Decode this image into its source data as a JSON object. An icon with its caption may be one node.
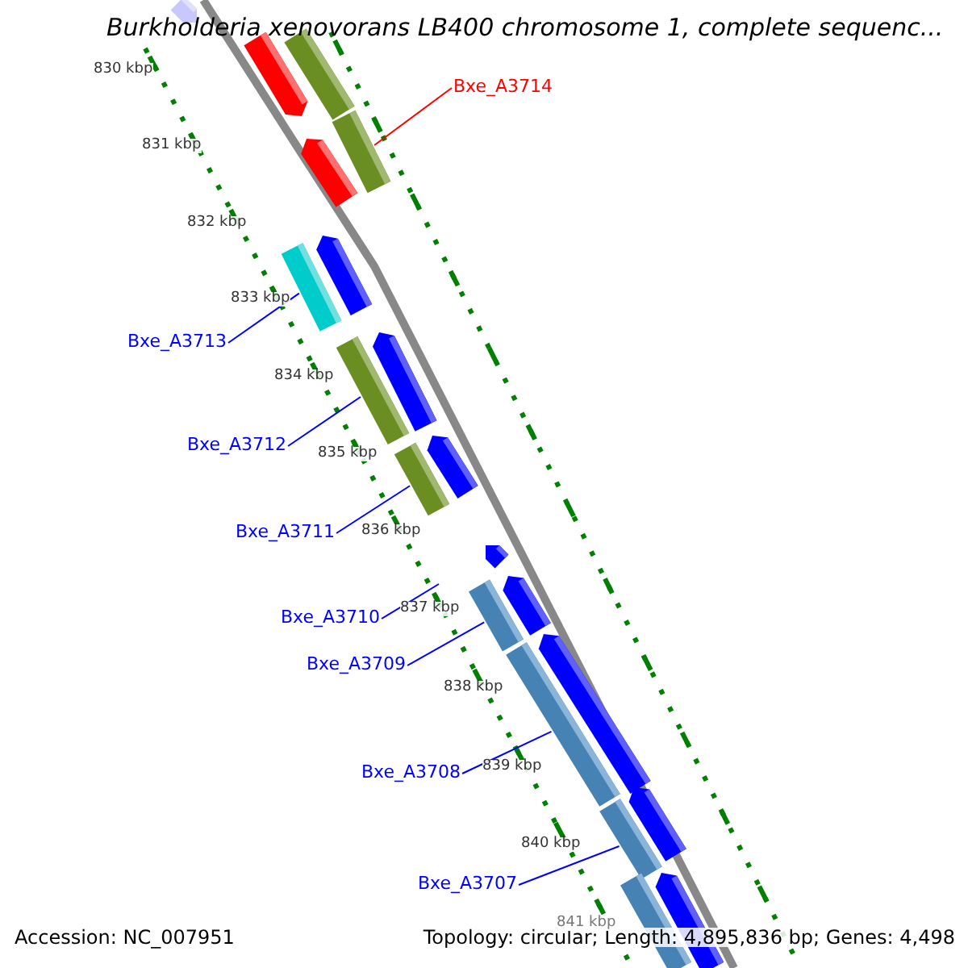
{
  "diagram": {
    "title": "Burkholderia xenovorans LB400 chromosome 1, complete sequenc...",
    "nodes": [
      {
        "text": [],
        "shape": "bar"
      },
      {
        "text": [],
        "shape": "bar"
      },
      {
        "text": [],
        "shape": "bar"
      },
      {
        "text": [],
        "shape": "bar"
      },
      {
        "text": [],
        "shape": "bar"
      },
      {
        "text": [],
        "shape": "bar"
      },
      {
        "text": [],
        "shape": "bar"
      },
      {
        "text": [],
        "shape": "bar"
      },
      {
        "text": [],
        "shape": "bar"
      },
      {
        "text": [],
        "shape": "bar"
      },
      {
        "text": [],
        "shape": "bar"
      },
      {
        "text": [],
        "shape": "bar"
      },
      {
        "text": [],
        "shape": "bar"
      },
      {
        "text": [],
        "shape": "bar"
      },
      {
        "text": [],
        "shape": "bar"
      },
      {
        "text": [],
        "shape": "bar"
      },
      {
        "text": [],
        "shape": "bar"
      },
      {
        "text": [],
        "shape": "bar"
      },
      {
        "text": [],
        "shape": "bar"
      },
      {
        "text": [],
        "shape": "bar"
      },
      {
        "text": [
          "Bxe_A3714"
        ]
      },
      {
        "text": [
          "Bxe_A3713"
        ]
      },
      {
        "text": [
          "Bxe_A3712"
        ]
      },
      {
        "text": [
          "Bxe_A3711"
        ]
      },
      {
        "text": [
          "Bxe_A3710"
        ]
      },
      {
        "text": [
          "Bxe_A3709"
        ]
      },
      {
        "text": [
          "Bxe_A3708"
        ]
      },
      {
        "text": [
          "Bxe_A3707"
        ]
      }
    ],
    "edges": [
      {
        "from": 20,
        "to": 4,
        "arrow": "none",
        "color": "#ff0000"
      },
      {
        "from": 21,
        "to": 6,
        "arrow": "none"
      },
      {
        "from": 22,
        "to": 8,
        "arrow": "none"
      },
      {
        "from": 23,
        "to": 10,
        "arrow": "none"
      },
      {
        "from": 24,
        "to": null,
        "arrow": "none"
      },
      {
        "from": 25,
        "to": 13,
        "arrow": "none"
      },
      {
        "from": 26,
        "to": 15,
        "arrow": "none"
      },
      {
        "from": 27,
        "to": 17,
        "arrow": "none"
      }
    ],
    "labels": [
      "830 kbp",
      "831 kbp",
      "832 kbp",
      "833 kbp",
      "834 kbp",
      "835 kbp",
      "836 kbp",
      "837 kbp",
      "838 kbp",
      "839 kbp",
      "840 kbp",
      "841 kbp",
      "Accession: NC_007951",
      "Topology: circular; Length: 4,895,836 bp; Genes: 4,498"
    ]
  }
}
